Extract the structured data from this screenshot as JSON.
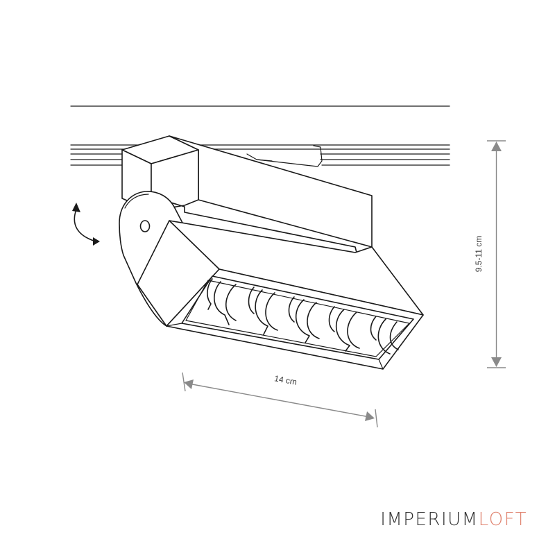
{
  "dimensions": {
    "width_label": "14 cm",
    "height_label": "9.5-11 cm"
  },
  "brand": {
    "part1": "IMPERIUM",
    "part2": "LOFT",
    "color_part1": "#333333",
    "color_part2": "#e0836f"
  },
  "icons": {
    "rotate": "rotate-arrow-icon"
  },
  "colors": {
    "line": "#1a1a1a",
    "dimension": "#8a8a8a"
  }
}
